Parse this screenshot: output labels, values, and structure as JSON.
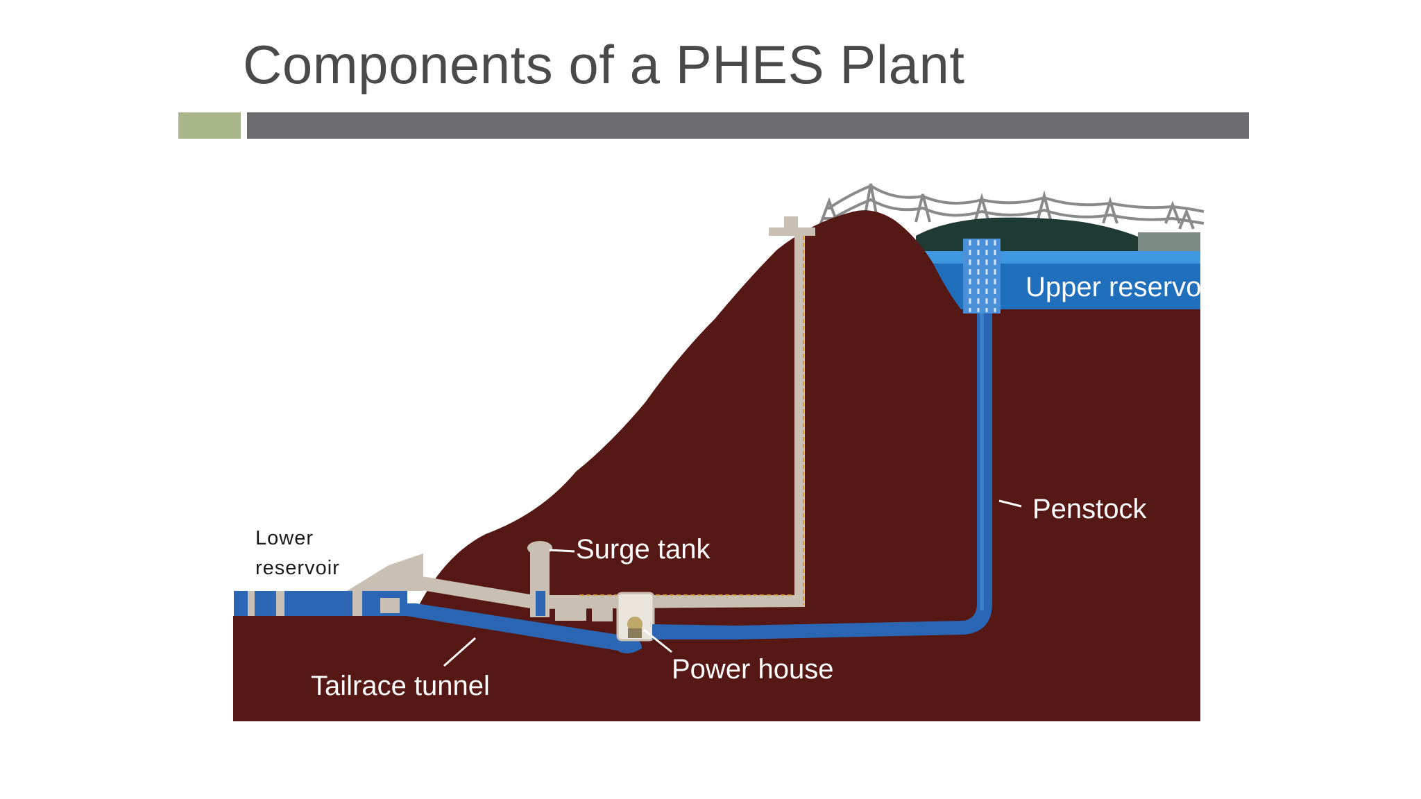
{
  "slide": {
    "title": "Components of a PHES Plant",
    "accent_color": "#a9b78a",
    "bar_color": "#6b6b70"
  },
  "diagram": {
    "labels": {
      "upper_reservoir": "Upper reservoir",
      "penstock": "Penstock",
      "surge_tank": "Surge tank",
      "power_house": "Power house",
      "tailrace_tunnel": "Tailrace tunnel",
      "lower_reservoir_line1": "Lower",
      "lower_reservoir_line2": "reservoir"
    },
    "colors": {
      "rock": "#561814",
      "water": "#2a66b4",
      "water_light": "#4a90d9",
      "concrete": "#c9bfb3",
      "forest": "#1f3a33",
      "pylon": "#8a8a8a"
    }
  }
}
